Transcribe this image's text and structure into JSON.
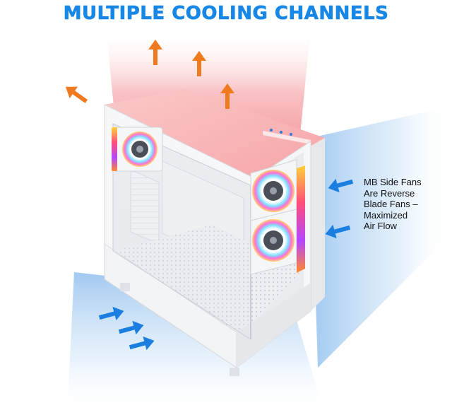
{
  "headline": "MULTIPLE COOLING CHANNELS",
  "annotation": {
    "lines": [
      "MB Side Fans",
      "Are Reverse",
      "Blade Fans –",
      "Maximized",
      "Air Flow"
    ]
  },
  "colors": {
    "title": "#1687e6",
    "exhaust_arrow": "#f07a1e",
    "intake_arrow": "#1a7fe0",
    "exhaust_glow": "#f08c8c",
    "intake_glow": "#a9cdf2",
    "case_body": "#f4f5f6"
  },
  "icons": {
    "exhaust": "orange-arrow-icon",
    "intake": "blue-arrow-icon",
    "fan": "rgb-fan-icon"
  }
}
